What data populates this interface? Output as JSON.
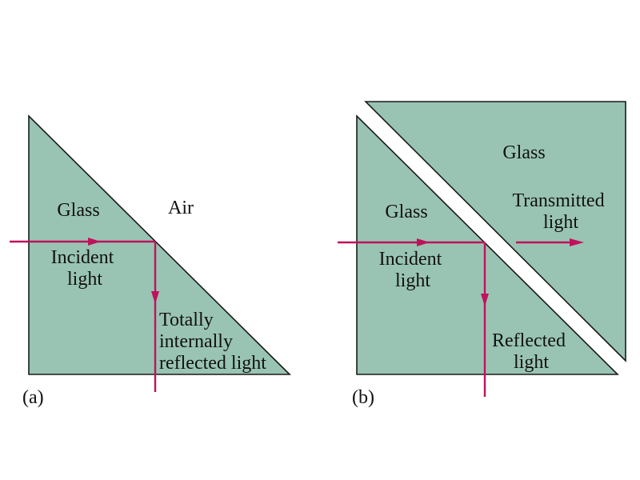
{
  "colors": {
    "glass_fill": "#99c4b3",
    "outline": "#1a1a1a",
    "ray": "#c0115c",
    "text": "#111111",
    "background": "#ffffff"
  },
  "panel_a": {
    "tag": "(a)",
    "glass_label": "Glass",
    "air_label": "Air",
    "incident_label": [
      "Incident",
      "light"
    ],
    "reflected_label": [
      "Totally",
      "internally",
      "reflected light"
    ]
  },
  "panel_b": {
    "tag": "(b)",
    "glass_lower_label": "Glass",
    "glass_upper_label": "Glass",
    "incident_label": [
      "Incident",
      "light"
    ],
    "transmitted_label": [
      "Transmitted",
      "light"
    ],
    "reflected_label": [
      "Reflected",
      "light"
    ]
  }
}
